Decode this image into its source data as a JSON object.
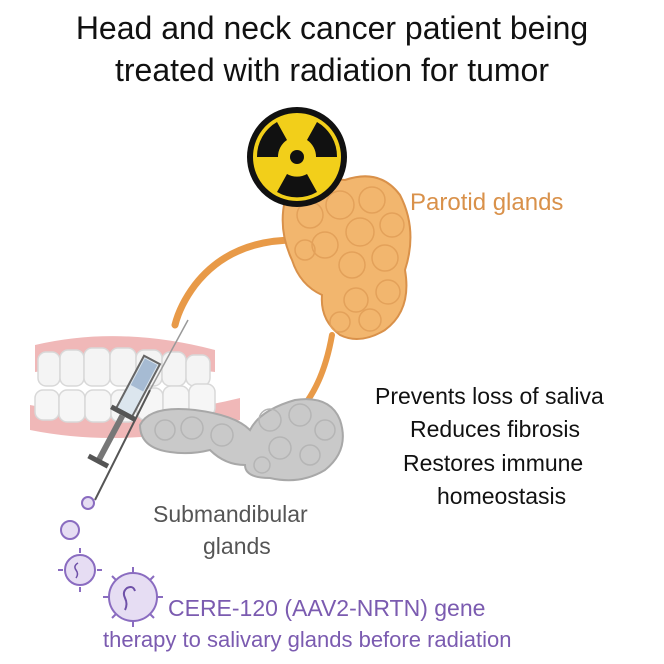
{
  "title": {
    "line1": "Head and neck cancer patient being",
    "line2": "treated with radiation for tumor"
  },
  "labels": {
    "parotid": "Parotid glands",
    "submandibular_line1": "Submandibular",
    "submandibular_line2": "glands",
    "effects": [
      "Prevents loss of saliva",
      "Reduces fibrosis",
      "Restores immune",
      "homeostasis"
    ],
    "therapy_line1": "CERE-120 (AAV2-NRTN) gene",
    "therapy_line2": "therapy to salivary glands before radiation"
  },
  "colors": {
    "parotid": "#D9914A",
    "gland_fill": "#F2B66E",
    "submandibular_fill": "#C9C9C9",
    "therapy_text": "#7B5BB0",
    "virus": "#8A6CC0",
    "radiation_yellow": "#F2CF1A",
    "label_gray": "#555555"
  },
  "icons": [
    "radiation-icon",
    "syringe-icon",
    "virus-icon",
    "teeth-icon",
    "parotid-gland-icon",
    "submandibular-gland-icon"
  ]
}
